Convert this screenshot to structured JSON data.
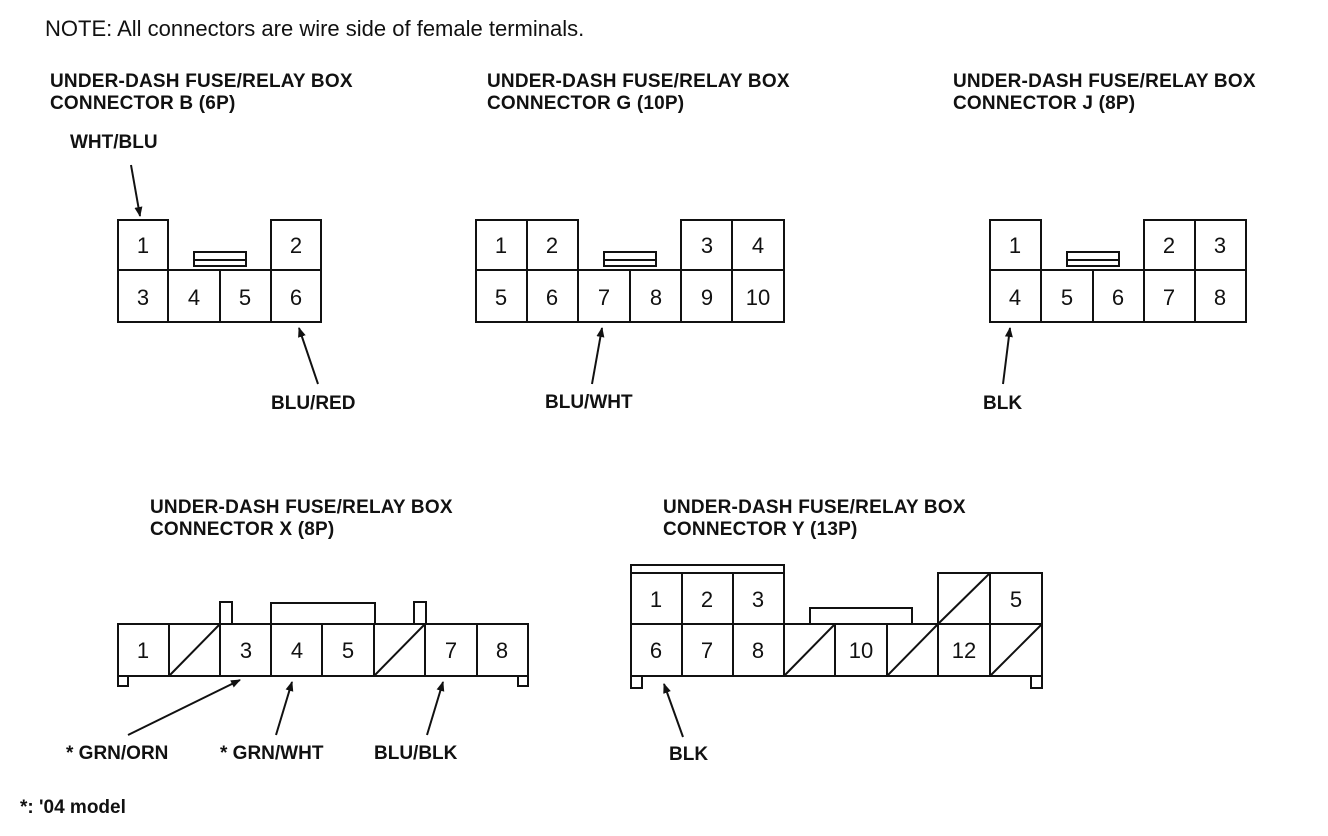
{
  "note": "NOTE: All connectors are wire side of female terminals.",
  "footnote": "*: '04 model",
  "connectors": [
    {
      "id": "B",
      "title_line1": "UNDER-DASH FUSE/RELAY BOX",
      "title_line2": "CONNECTOR B (6P)",
      "terminals": [
        "1",
        "2",
        "3",
        "4",
        "5",
        "6"
      ],
      "wires": [
        {
          "label": "WHT/BLU",
          "terminal": "1"
        },
        {
          "label": "BLU/RED",
          "terminal": "6"
        }
      ]
    },
    {
      "id": "G",
      "title_line1": "UNDER-DASH FUSE/RELAY BOX",
      "title_line2": "CONNECTOR G (10P)",
      "terminals": [
        "1",
        "2",
        "3",
        "4",
        "5",
        "6",
        "7",
        "8",
        "9",
        "10"
      ],
      "wires": [
        {
          "label": "BLU/WHT",
          "terminal": "7"
        }
      ]
    },
    {
      "id": "J",
      "title_line1": "UNDER-DASH FUSE/RELAY BOX",
      "title_line2": "CONNECTOR J (8P)",
      "terminals": [
        "1",
        "2",
        "3",
        "4",
        "5",
        "6",
        "7",
        "8"
      ],
      "wires": [
        {
          "label": "BLK",
          "terminal": "4"
        }
      ]
    },
    {
      "id": "X",
      "title_line1": "UNDER-DASH FUSE/RELAY BOX",
      "title_line2": "CONNECTOR X (8P)",
      "terminals": [
        "1",
        "3",
        "4",
        "5",
        "7",
        "8"
      ],
      "wires": [
        {
          "label": "* GRN/ORN",
          "terminal": "3"
        },
        {
          "label": "* GRN/WHT",
          "terminal": "4"
        },
        {
          "label": "BLU/BLK",
          "terminal": "7"
        }
      ]
    },
    {
      "id": "Y",
      "title_line1": "UNDER-DASH FUSE/RELAY BOX",
      "title_line2": "CONNECTOR Y (13P)",
      "terminals": [
        "1",
        "2",
        "3",
        "5",
        "6",
        "7",
        "8",
        "10",
        "12"
      ],
      "wires": [
        {
          "label": "BLK",
          "terminal": "6"
        }
      ]
    }
  ]
}
